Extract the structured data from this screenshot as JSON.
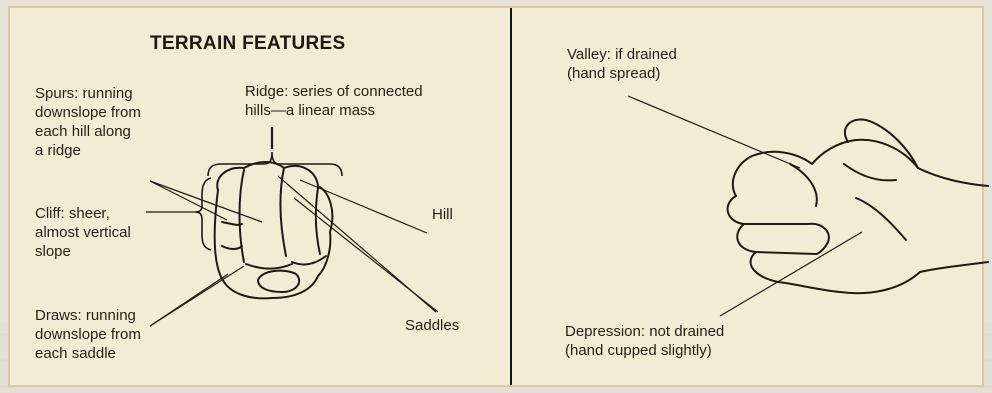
{
  "title": "TERRAIN FEATURES",
  "labels": {
    "ridge": "Ridge: series of connected\nhills—a linear mass",
    "spurs": "Spurs: running\ndownslope from\neach hill along\na ridge",
    "cliff": "Cliff: sheer,\nalmost vertical\nslope",
    "hill": "Hill",
    "draws": "Draws: running\ndownslope from\neach saddle",
    "saddles": "Saddles",
    "valley": "Valley: if drained\n(hand spread)",
    "depression": "Depression: not drained\n(hand cupped slightly)"
  },
  "colors": {
    "panel": "#f3ecd5",
    "border": "#d9c9a0",
    "ink": "#231f1a",
    "background": "#e7e2d8"
  },
  "icons": [
    "fist-illustration",
    "open-hand-illustration"
  ]
}
